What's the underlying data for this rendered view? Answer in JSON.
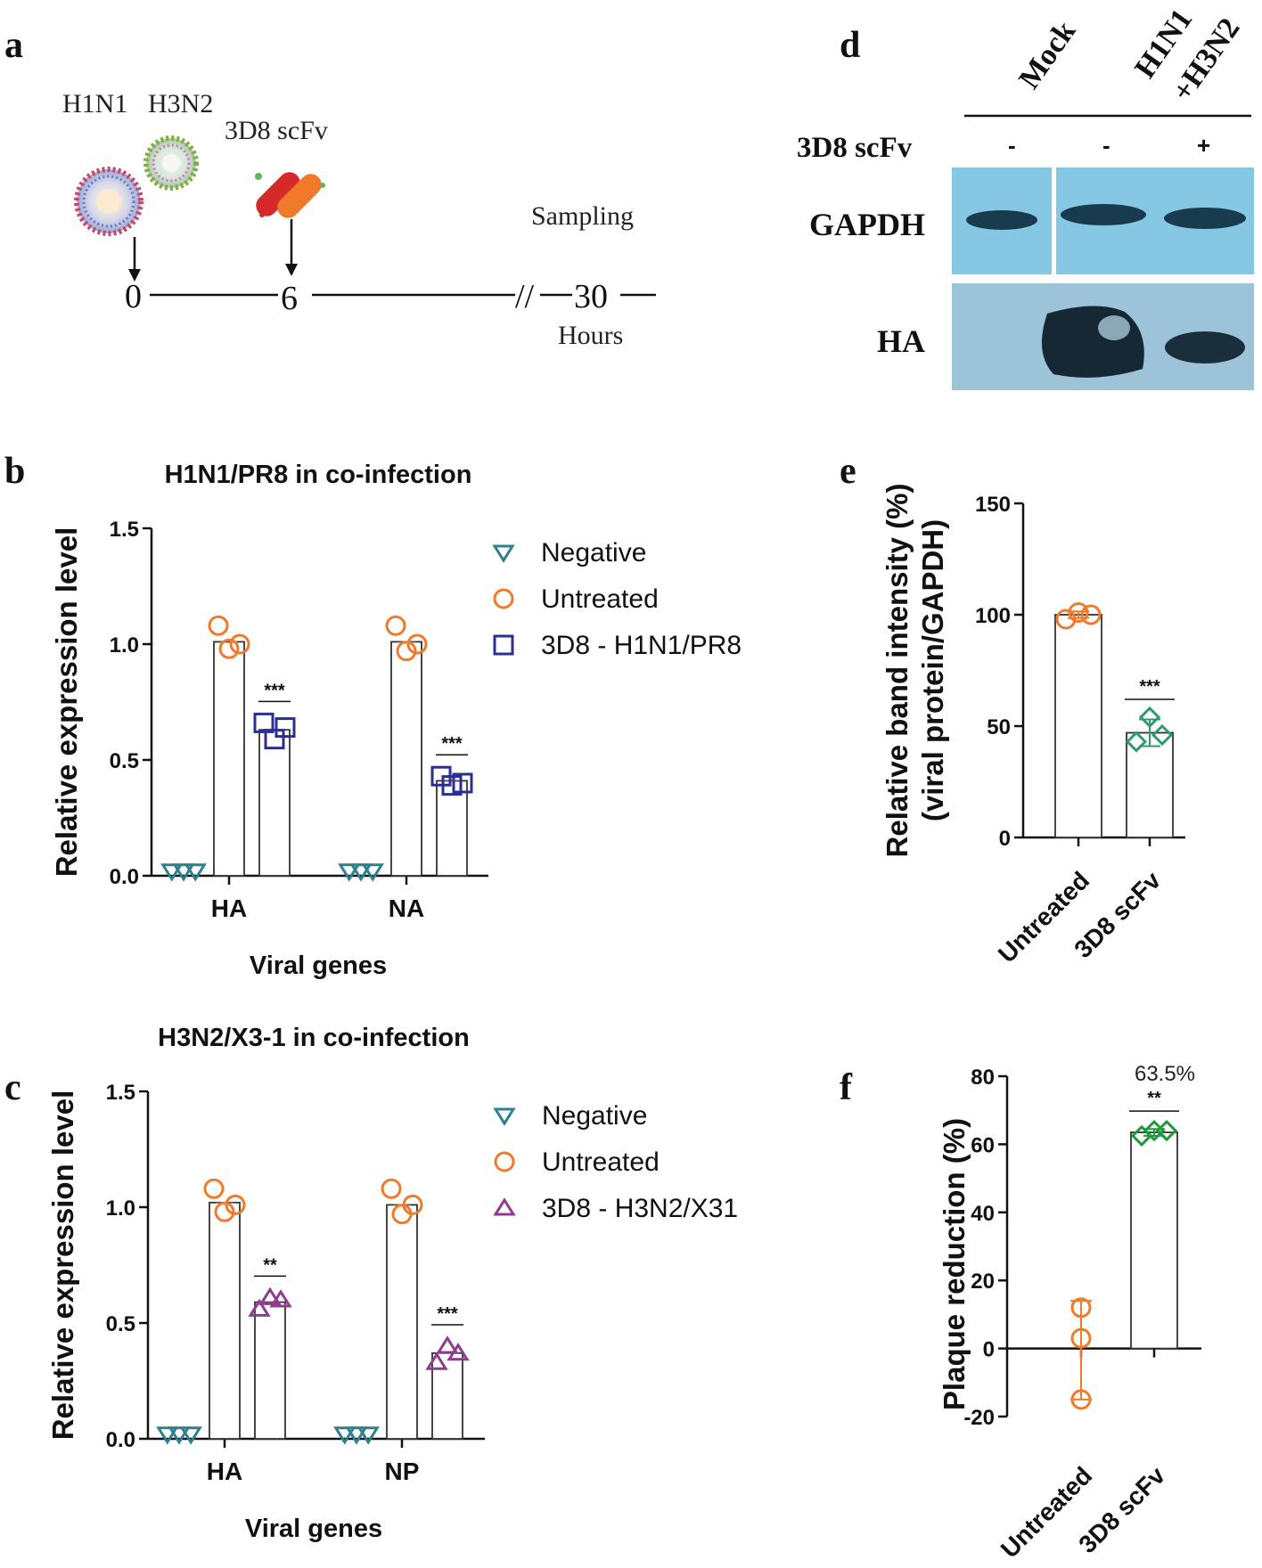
{
  "panels": {
    "a": "a",
    "b": "b",
    "c": "c",
    "d": "d",
    "e": "e",
    "f": "f"
  },
  "timeline": {
    "virus1": "H1N1",
    "virus2": "H3N2",
    "treatment": "3D8 scFv",
    "sampling": "Sampling",
    "t0": "0",
    "t6": "6",
    "t30": "30",
    "unit": "Hours",
    "break_mark": "//"
  },
  "blot": {
    "lane_header_1": "Mock",
    "lane_header_2a": "H1N1",
    "lane_header_2b": "+H3N2",
    "row_label": "3D8 scFv",
    "signs": [
      "-",
      "-",
      "+"
    ],
    "band_labels": [
      "GAPDH",
      "HA"
    ]
  },
  "colors": {
    "negative": "#2e7f8f",
    "untreated": "#f07a2a",
    "h1n1": "#2b2f91",
    "h3n2": "#8e3d8e",
    "scfv_e": "#2f9a6f",
    "scfv_f": "#1e9a3a",
    "blot_bg": "#86c7e4"
  },
  "chart_data": [
    {
      "id": "b",
      "type": "bar",
      "title": "H1N1/PR8 in co-infection",
      "xlabel": "Viral genes",
      "ylabel": "Relative expression level",
      "ylim": [
        0,
        1.5
      ],
      "yticks": [
        "0.0",
        "0.5",
        "1.0",
        "1.5"
      ],
      "categories": [
        "HA",
        "NA"
      ],
      "series": [
        {
          "name": "Negative",
          "marker": "triangle-down",
          "values": [
            0.02,
            0.02
          ],
          "points": [
            [
              0.02,
              0.02,
              0.02
            ],
            [
              0.02,
              0.02,
              0.02
            ]
          ]
        },
        {
          "name": "Untreated",
          "marker": "circle",
          "values": [
            1.01,
            1.01
          ],
          "points": [
            [
              1.08,
              0.98,
              1.0
            ],
            [
              1.08,
              0.97,
              1.0
            ]
          ]
        },
        {
          "name": "3D8 - H1N1/PR8",
          "marker": "square",
          "values": [
            0.63,
            0.41
          ],
          "points": [
            [
              0.66,
              0.59,
              0.64
            ],
            [
              0.43,
              0.39,
              0.4
            ]
          ]
        }
      ],
      "significance": [
        null,
        null,
        [
          "***",
          "***"
        ]
      ],
      "legend_position": "right"
    },
    {
      "id": "c",
      "type": "bar",
      "title": "H3N2/X3-1 in co-infection",
      "xlabel": "Viral genes",
      "ylabel": "Relative expression level",
      "ylim": [
        0,
        1.5
      ],
      "yticks": [
        "0.0",
        "0.5",
        "1.0",
        "1.5"
      ],
      "categories": [
        "HA",
        "NP"
      ],
      "series": [
        {
          "name": "Negative",
          "marker": "triangle-down",
          "values": [
            0.02,
            0.02
          ],
          "points": [
            [
              0.02,
              0.02,
              0.02
            ],
            [
              0.02,
              0.02,
              0.02
            ]
          ]
        },
        {
          "name": "Untreated",
          "marker": "circle",
          "values": [
            1.02,
            1.01
          ],
          "points": [
            [
              1.08,
              0.98,
              1.01
            ],
            [
              1.08,
              0.97,
              1.01
            ]
          ]
        },
        {
          "name": "3D8 - H3N2/X31",
          "marker": "triangle-up",
          "values": [
            0.59,
            0.37
          ],
          "points": [
            [
              0.56,
              0.61,
              0.6
            ],
            [
              0.33,
              0.4,
              0.37
            ]
          ]
        }
      ],
      "significance": [
        null,
        null,
        [
          "**",
          "***"
        ]
      ],
      "legend_position": "right"
    },
    {
      "id": "e",
      "type": "bar",
      "ylabel": "Relative band intensity (%)",
      "ylabel2": "(viral protein/GAPDH)",
      "ylim": [
        0,
        150
      ],
      "yticks": [
        "0",
        "50",
        "100",
        "150"
      ],
      "categories": [
        "Untreated",
        "3D8 scFv"
      ],
      "values": [
        100,
        47
      ],
      "points": [
        [
          98,
          101,
          100
        ],
        [
          54,
          43,
          46
        ]
      ],
      "errors": [
        1.5,
        6
      ],
      "markers": [
        "circle",
        "diamond"
      ],
      "significance": [
        null,
        "***"
      ]
    },
    {
      "id": "f",
      "type": "bar",
      "ylabel": "Plaque reduction (%)",
      "ylim": [
        -20,
        80
      ],
      "yticks": [
        "-20",
        "0",
        "20",
        "40",
        "60",
        "80"
      ],
      "categories": [
        "Untreated",
        "3D8 scFv"
      ],
      "values": [
        0,
        63.5
      ],
      "points": [
        [
          12,
          3,
          -15
        ],
        [
          62.5,
          64,
          64
        ]
      ],
      "errors": [
        [
          -15,
          14
        ],
        [
          62.5,
          64.5
        ]
      ],
      "markers": [
        "circle",
        "diamond"
      ],
      "significance": [
        null,
        "**"
      ],
      "annotation": "63.5%"
    }
  ]
}
